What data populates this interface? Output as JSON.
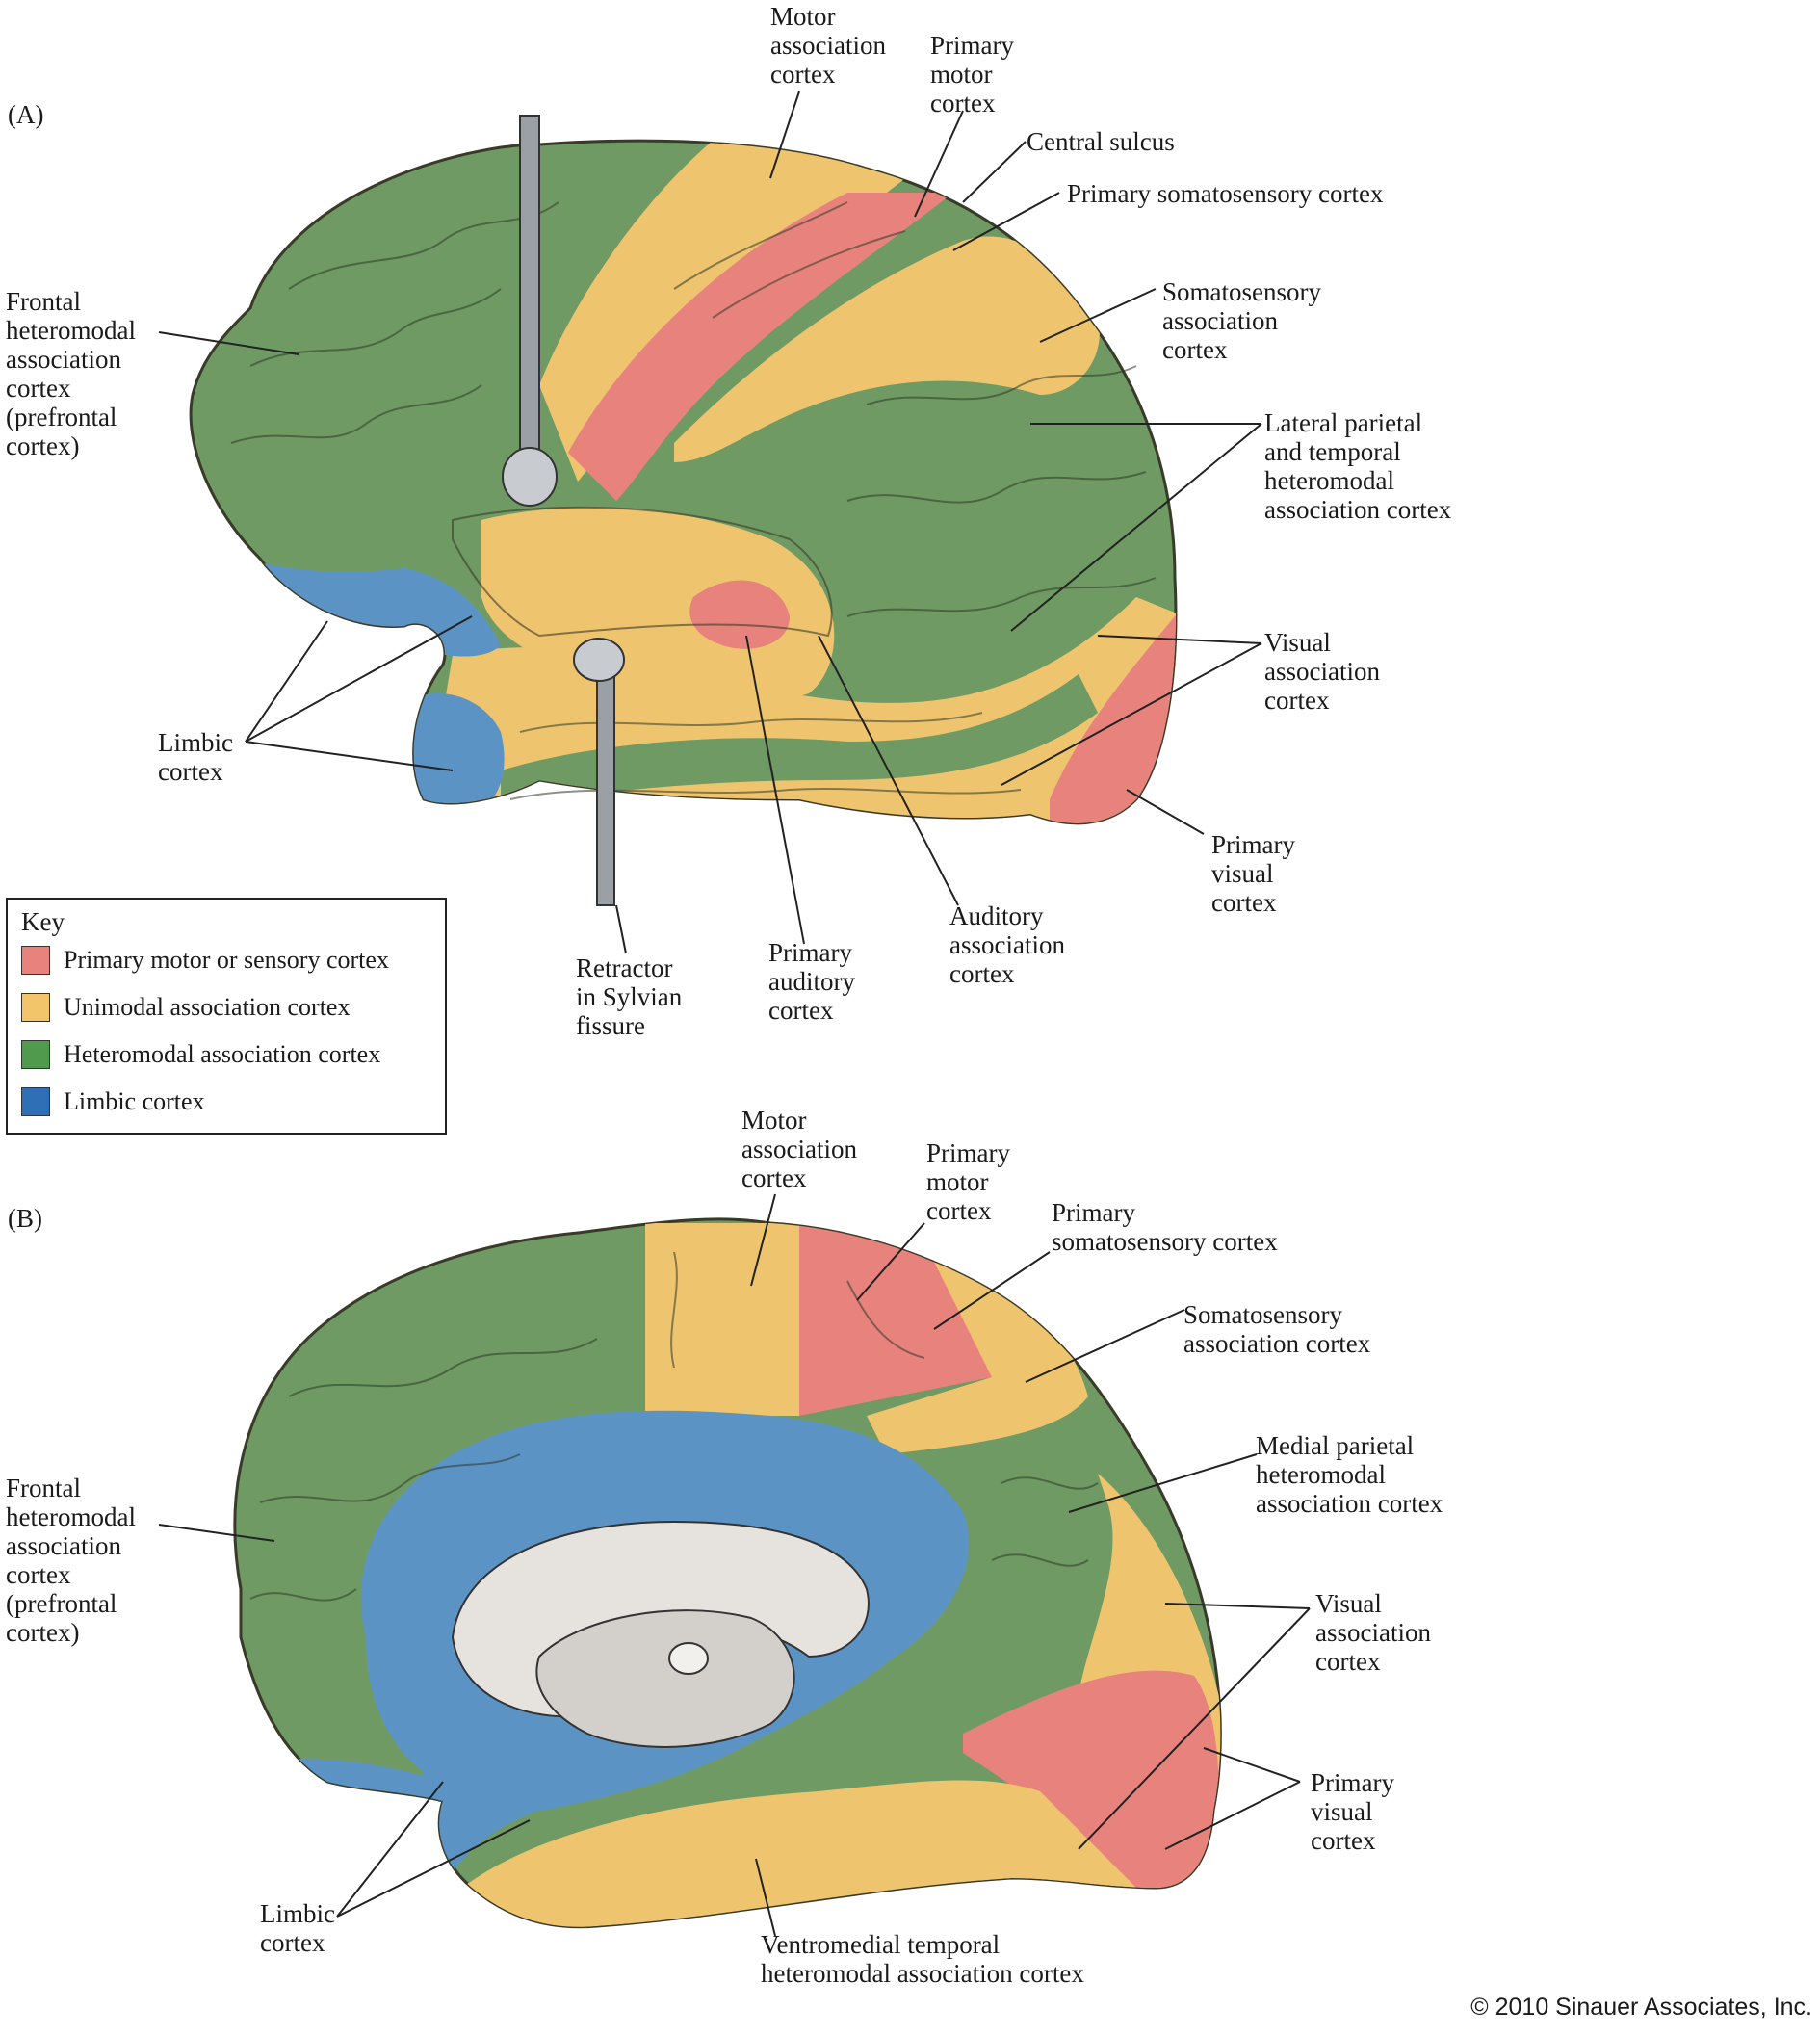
{
  "panel_a": {
    "tag": "(A)",
    "labels": {
      "motor_assoc": "Motor\nassociation\ncortex",
      "primary_motor": "Primary\nmotor\ncortex",
      "central_sulcus": "Central sulcus",
      "primary_somatosensory": "Primary somatosensory cortex",
      "somatosensory_assoc": "Somatosensory\nassociation\ncortex",
      "frontal_hetero": "Frontal\nheteromodal\nassociation\ncortex\n(prefrontal\ncortex)",
      "lateral_parietal": "Lateral parietal\nand temporal\nheteromodal\nassociation cortex",
      "visual_assoc": "Visual\nassociation\ncortex",
      "limbic": "Limbic\ncortex",
      "primary_visual": "Primary\nvisual\ncortex",
      "retractor": "Retractor\nin Sylvian\nfissure",
      "primary_auditory": "Primary\nauditory\ncortex",
      "auditory_assoc": "Auditory\nassociation\ncortex"
    }
  },
  "key": {
    "title": "Key",
    "items": [
      {
        "label": "Primary motor or sensory cortex",
        "color": "#e8827c"
      },
      {
        "label": "Unimodal association cortex",
        "color": "#f2c56a"
      },
      {
        "label": "Heteromodal association cortex",
        "color": "#4f9a4c"
      },
      {
        "label": "Limbic cortex",
        "color": "#2f6fb5"
      }
    ]
  },
  "panel_b": {
    "tag": "(B)",
    "labels": {
      "motor_assoc": "Motor\nassociation\ncortex",
      "primary_motor": "Primary\nmotor\ncortex",
      "primary_somatosensory": "Primary\nsomatosensory cortex",
      "somatosensory_assoc": "Somatosensory\nassociation cortex",
      "frontal_hetero": "Frontal\nheteromodal\nassociation\ncortex\n(prefrontal\ncortex)",
      "medial_parietal": "Medial parietal\nheteromodal\nassociation cortex",
      "visual_assoc": "Visual\nassociation\ncortex",
      "primary_visual": "Primary\nvisual\ncortex",
      "limbic": "Limbic\ncortex",
      "ventromedial": "Ventromedial temporal\nheteromodal association cortex"
    }
  },
  "colors": {
    "primary": "#e8827c",
    "unimodal": "#efc46e",
    "heteromodal": "#6f9a63",
    "limbic": "#5b94c4",
    "callosum": "#e6e3df"
  },
  "copyright": "© 2010 Sinauer Associates, Inc."
}
